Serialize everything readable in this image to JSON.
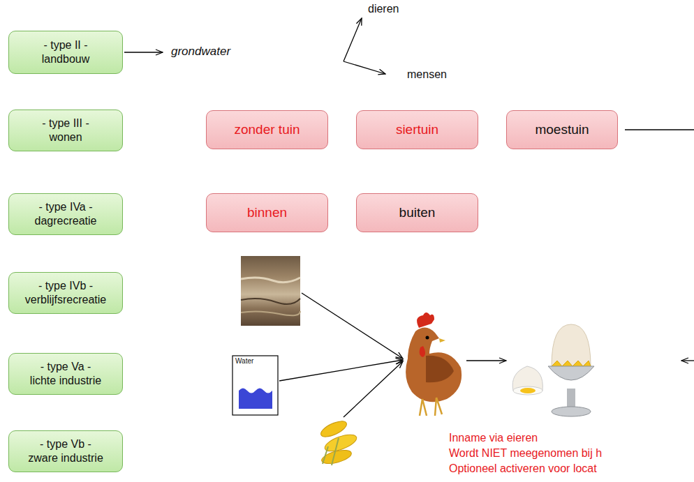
{
  "diagram": {
    "nodes": [
      {
        "text": [
          "- type II -",
          "landbouw"
        ]
      },
      {
        "text": [
          "- type III -",
          "wonen"
        ]
      },
      {
        "text": [
          "zonder tuin"
        ]
      },
      {
        "text": [
          "siertuin"
        ]
      },
      {
        "text": [
          "moestuin"
        ]
      },
      {
        "text": [
          "- type IVa -",
          "dagrecreatie"
        ]
      },
      {
        "text": [
          "binnen"
        ]
      },
      {
        "text": [
          "buiten"
        ]
      },
      {
        "text": [
          "- type IVb -",
          "verblijfsrecreatie"
        ]
      },
      {
        "text": [
          "- type Va -",
          "lichte industrie"
        ]
      },
      {
        "text": [
          "- type Vb -",
          "zware industrie"
        ]
      }
    ],
    "labels": [
      "grondwater",
      "dieren",
      "mensen",
      "Water",
      "Inname via eieren",
      "Wordt NIET meegenomen bij h",
      "Optioneel activeren voor locat"
    ]
  }
}
